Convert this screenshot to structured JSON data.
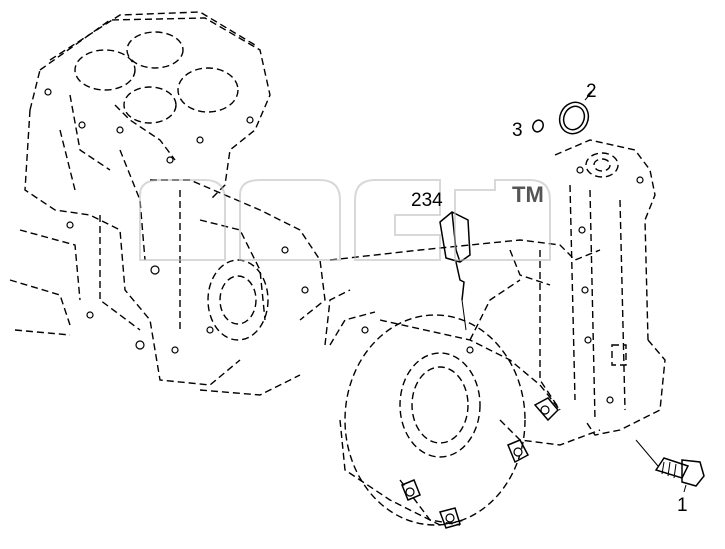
{
  "callouts": {
    "part_1": "1",
    "part_2": "2",
    "part_3": "3",
    "part_234": "234"
  },
  "watermark": {
    "mark": "TM"
  },
  "colors": {
    "line": "#000000",
    "background": "#ffffff",
    "watermark": "#b8b8b8"
  }
}
